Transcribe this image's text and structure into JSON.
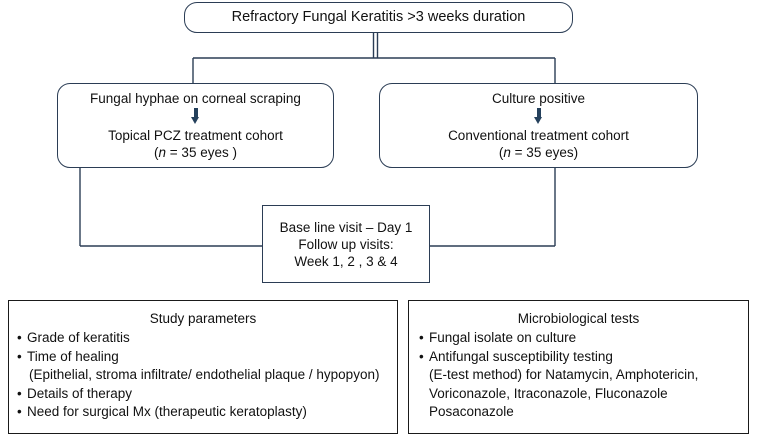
{
  "theme": {
    "line_color": "#2b3d55",
    "panel_border_color": "#1a1a1a",
    "arrow_color": "#24405c",
    "text_color": "#111111",
    "background": "#ffffff"
  },
  "nodes": {
    "top": {
      "text": "Refractory Fungal Keratitis >3 weeks duration"
    },
    "left_branch": {
      "line1": "Fungal hyphae on corneal scraping",
      "arrow": "down-arrow",
      "line2": "Topical PCZ treatment cohort",
      "n_prefix": "(",
      "n_symbol": "n",
      "n_value": " = 35 eyes )"
    },
    "right_branch": {
      "line1": "Culture positive",
      "arrow": "down-arrow",
      "line2": "Conventional treatment cohort",
      "n_prefix": "(",
      "n_symbol": "n",
      "n_value": " = 35 eyes)"
    },
    "baseline": {
      "line1": "Base line visit – Day 1",
      "line2": "Follow up visits:",
      "line3": "Week 1, 2 , 3 & 4"
    }
  },
  "panels": {
    "study_parameters": {
      "title": "Study parameters",
      "items": [
        {
          "text": "Grade of keratitis",
          "bulleted": true
        },
        {
          "text": "Time of healing",
          "bulleted": true
        },
        {
          "text": "(Epithelial, stroma infiltrate/ endothelial plaque / hypopyon)",
          "bulleted": false
        },
        {
          "text": "Details of therapy",
          "bulleted": true
        },
        {
          "text": "Need for surgical Mx (therapeutic keratoplasty)",
          "bulleted": true
        }
      ]
    },
    "microbiological_tests": {
      "title": "Microbiological tests",
      "items": [
        {
          "text": "Fungal isolate on culture",
          "bulleted": true
        },
        {
          "text": "Antifungal susceptibility testing",
          "bulleted": true
        },
        {
          "text": "(E-test method) for Natamycin, Amphotericin,",
          "bulleted": false
        },
        {
          "text": "Voriconazole, Itraconazole, Fluconazole",
          "bulleted": false
        },
        {
          "text": "Posaconazole",
          "bulleted": false
        }
      ]
    }
  }
}
